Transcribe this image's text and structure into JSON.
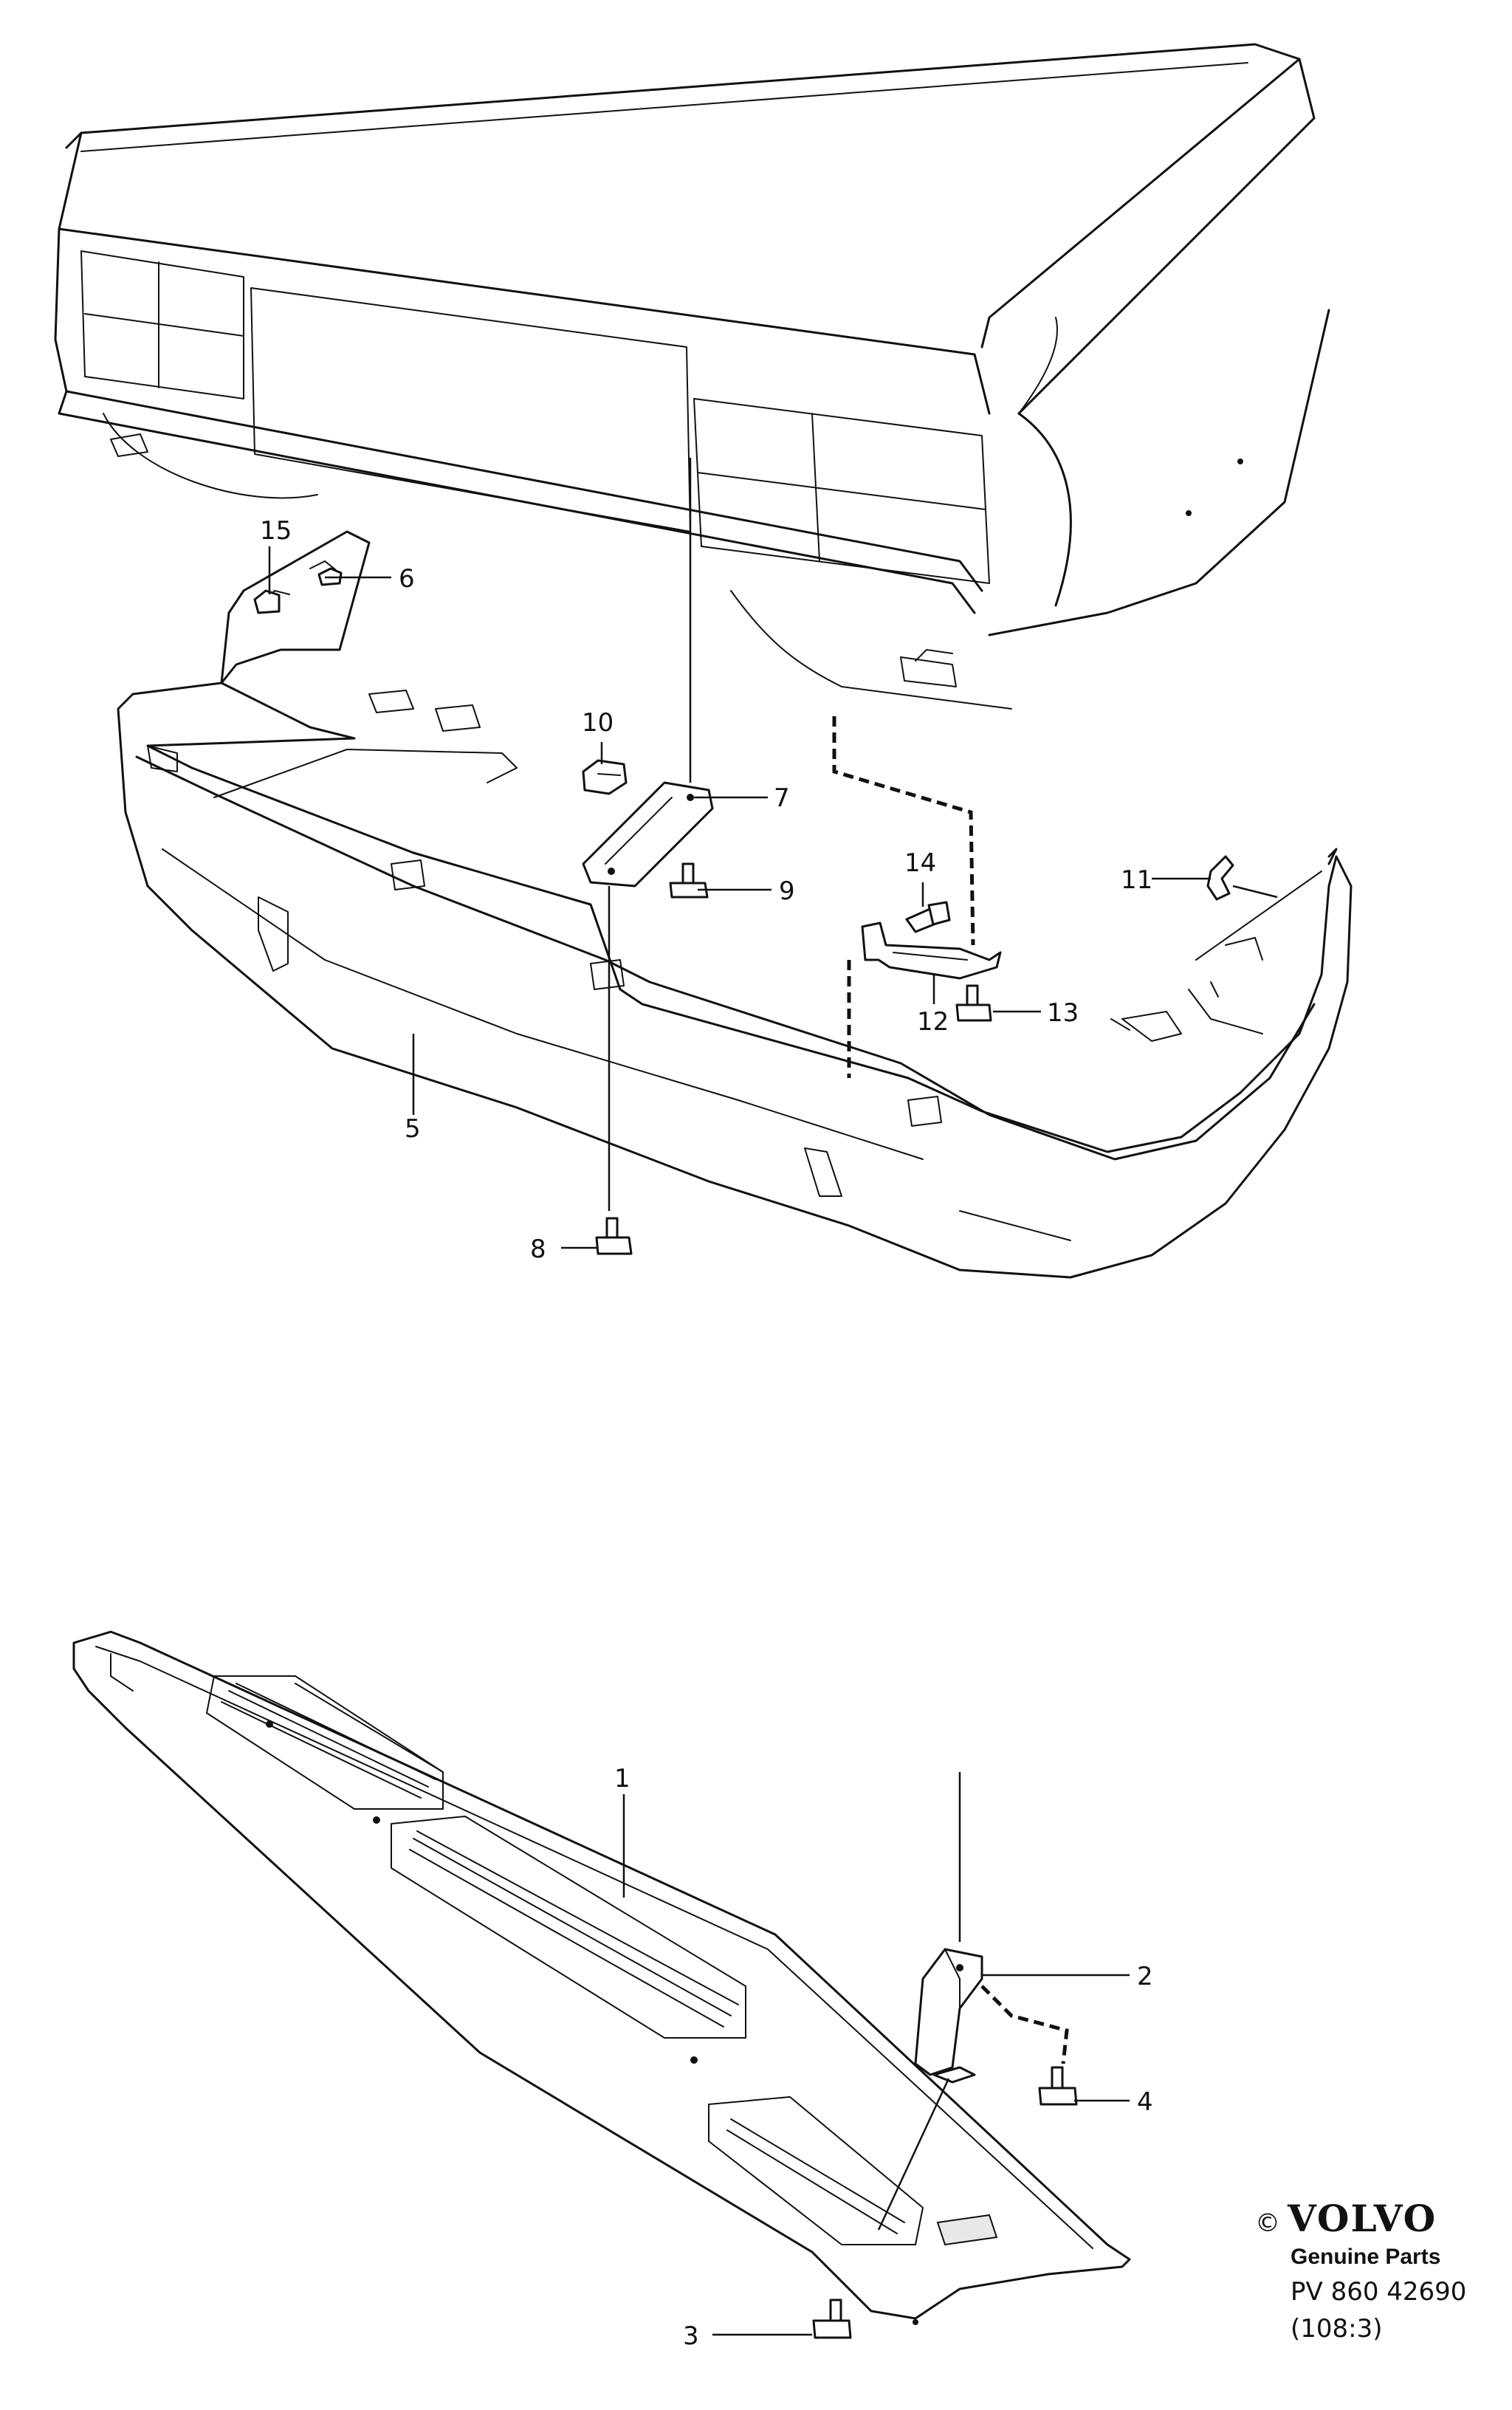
{
  "callouts": {
    "n1": "1",
    "n2": "2",
    "n3": "3",
    "n4": "4",
    "n5": "5",
    "n6": "6",
    "n7": "7",
    "n8": "8",
    "n9": "9",
    "n10": "10",
    "n11": "11",
    "n12": "12",
    "n13": "13",
    "n14": "14",
    "n15": "15"
  },
  "brand": {
    "copyright": "©",
    "name": "VOLVO",
    "tagline": "Genuine Parts",
    "code": "PV 860 42690",
    "ref": "(108:3)"
  }
}
